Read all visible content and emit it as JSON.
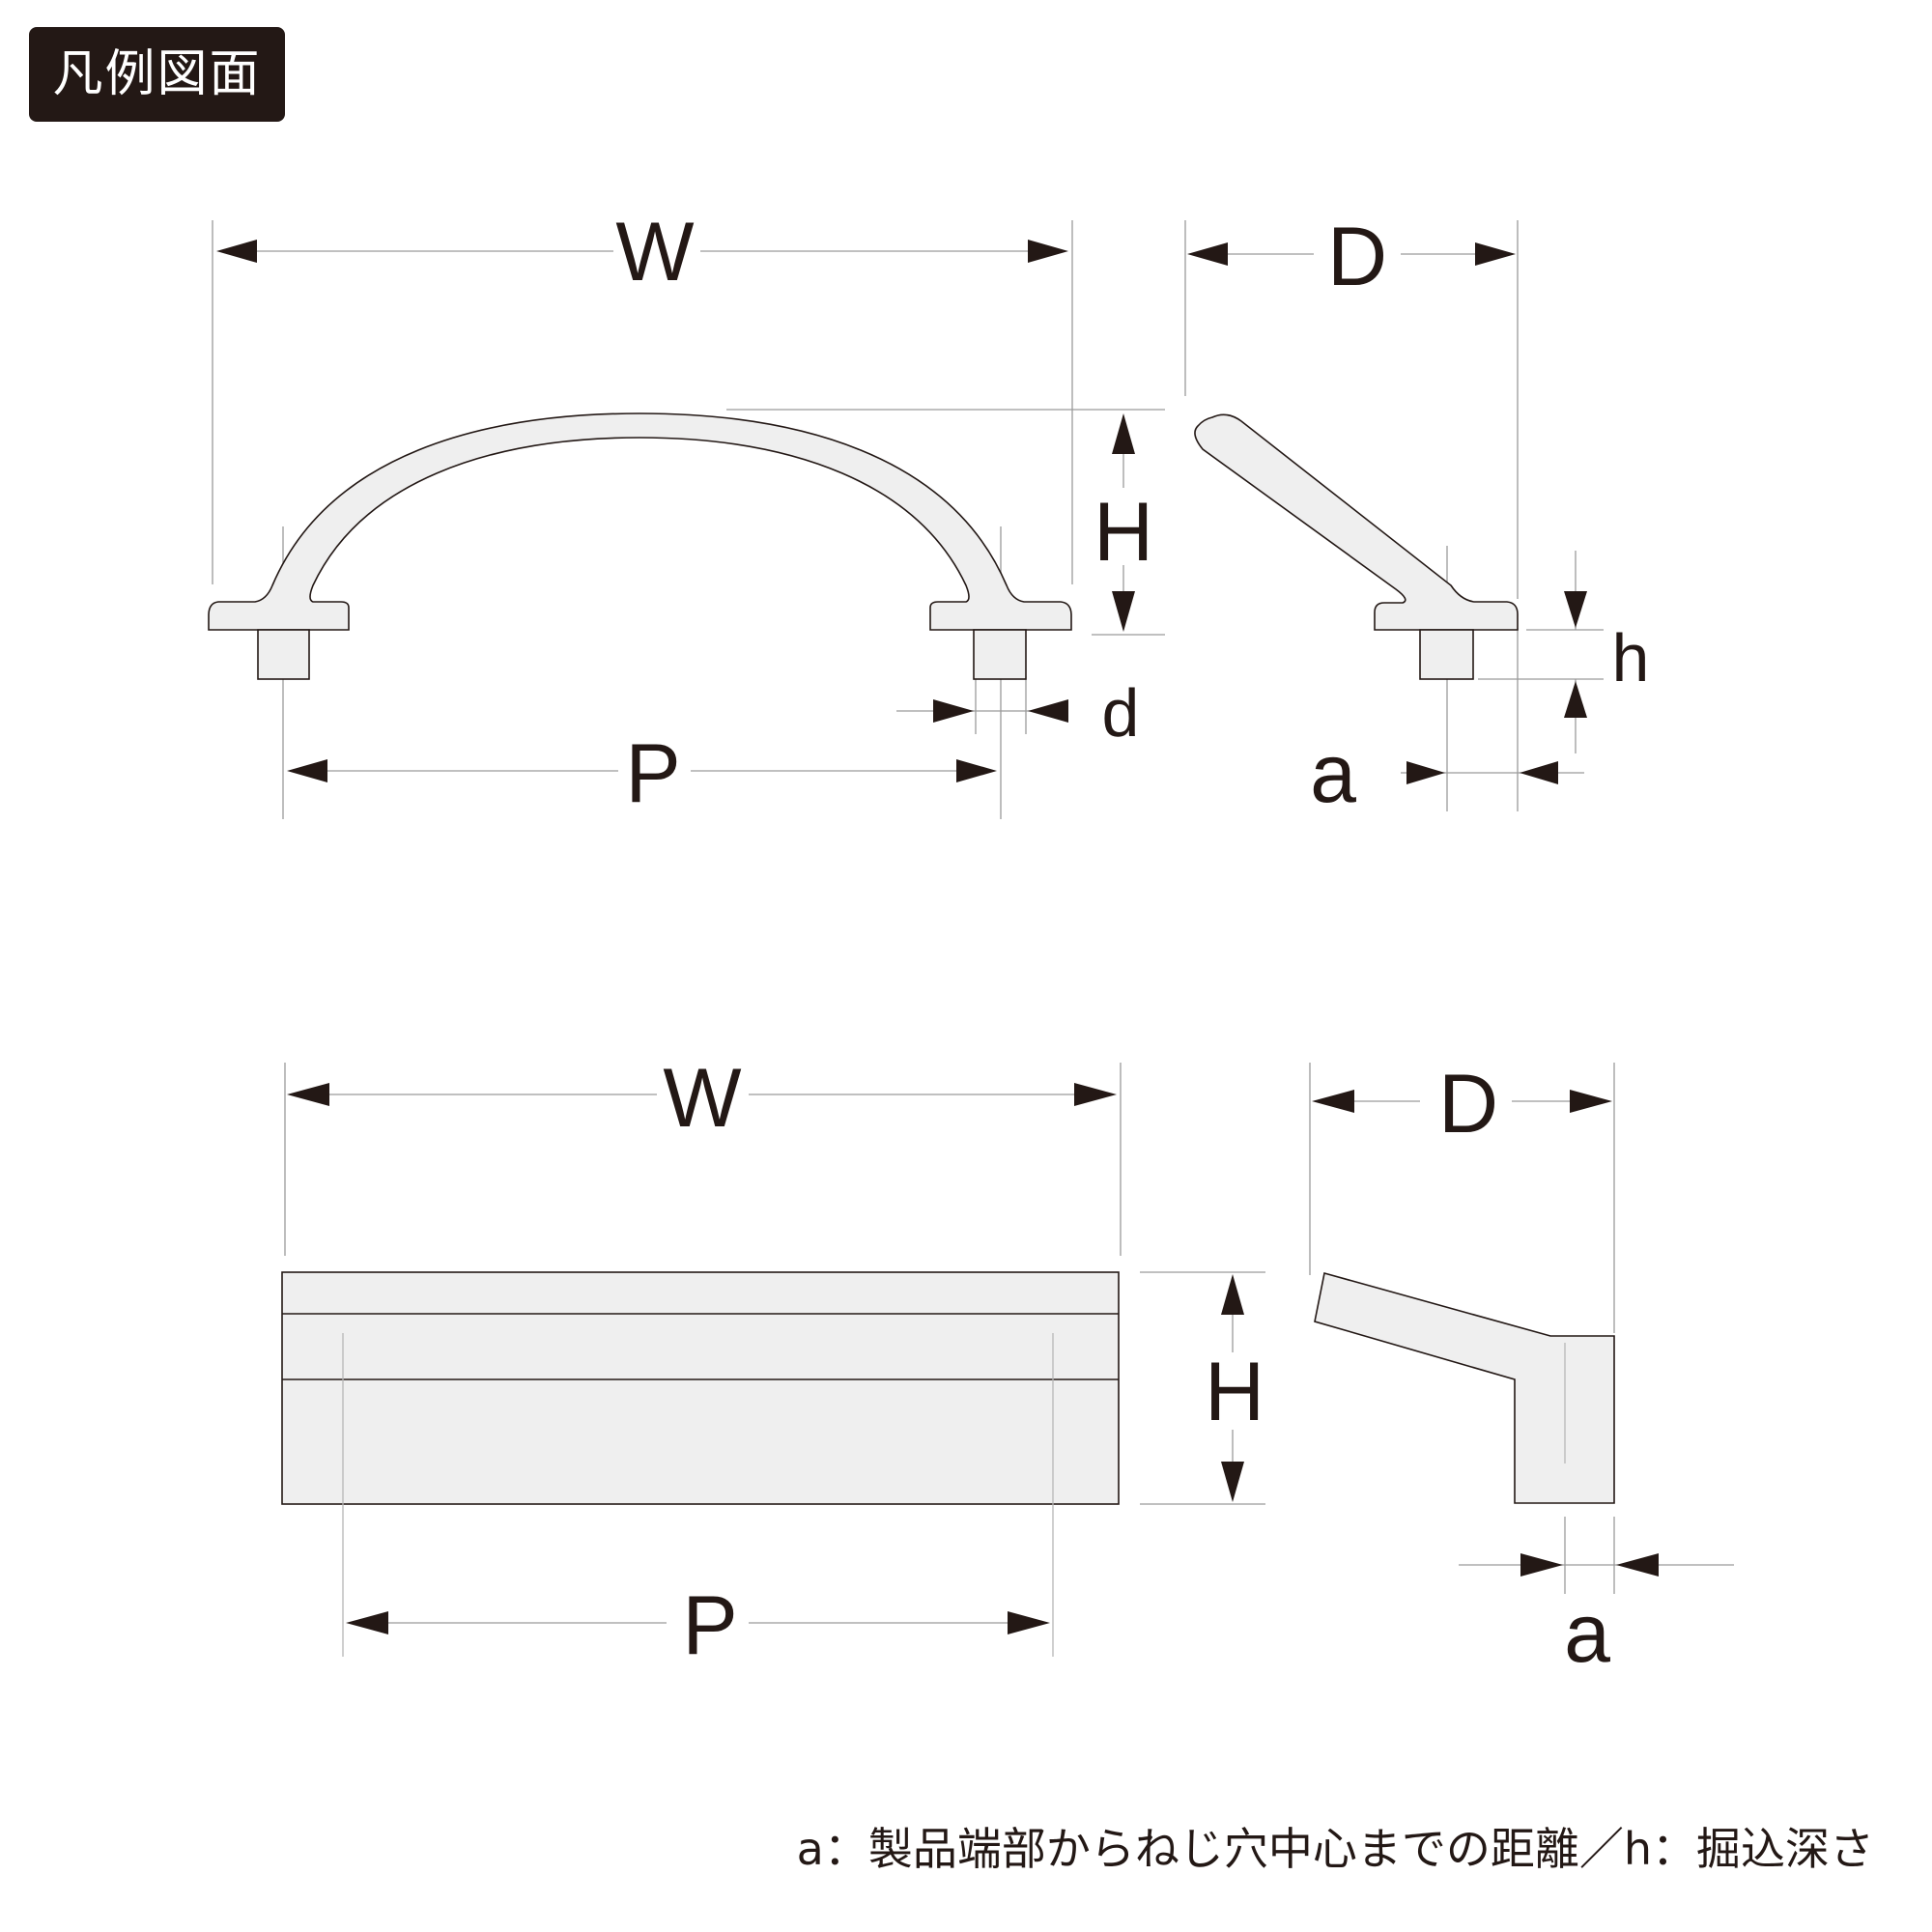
{
  "legend_badge": "凡例図面",
  "diagram_top": {
    "width_label": "W",
    "depth_label": "D",
    "height_label": "H",
    "pitch_label": "P",
    "diameter_label": "d",
    "offset_label": "a",
    "recess_label": "h"
  },
  "diagram_bottom": {
    "width_label": "W",
    "depth_label": "D",
    "height_label": "H",
    "pitch_label": "P",
    "offset_label": "a"
  },
  "footnote": "a：製品端部からねじ穴中心までの距離／h：掘込深さ",
  "colors": {
    "ink": "#231815",
    "part_fill": "#efefef",
    "guide": "#9a9a9a"
  }
}
